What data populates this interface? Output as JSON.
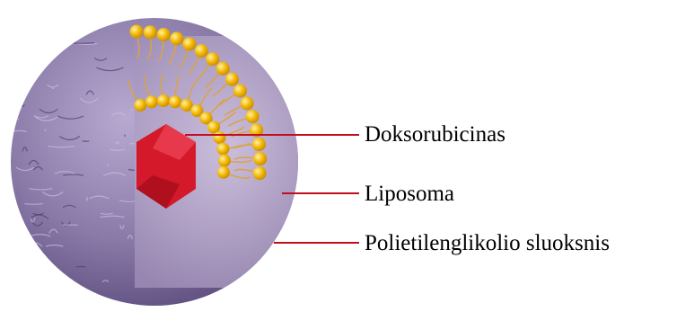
{
  "diagram": {
    "labels": [
      {
        "text": "Doksorubicinas"
      },
      {
        "text": "Liposoma"
      },
      {
        "text": "Polietilenglikolio sluoksnis"
      }
    ],
    "colors": {
      "outer_shell": "#8a7aa8",
      "outer_shell_dark": "#5f4f80",
      "interior": "#b7a7c9",
      "lipid_head": "#f2b705",
      "lipid_tail": "#d9a441",
      "drug": "#d3192a",
      "drug_shade": "#a80d1c",
      "leader_line": "#c0101e"
    },
    "icons": {
      "drug": "hexagon-crystal",
      "lipid_head": "sphere",
      "shell": "textured-sphere"
    }
  }
}
